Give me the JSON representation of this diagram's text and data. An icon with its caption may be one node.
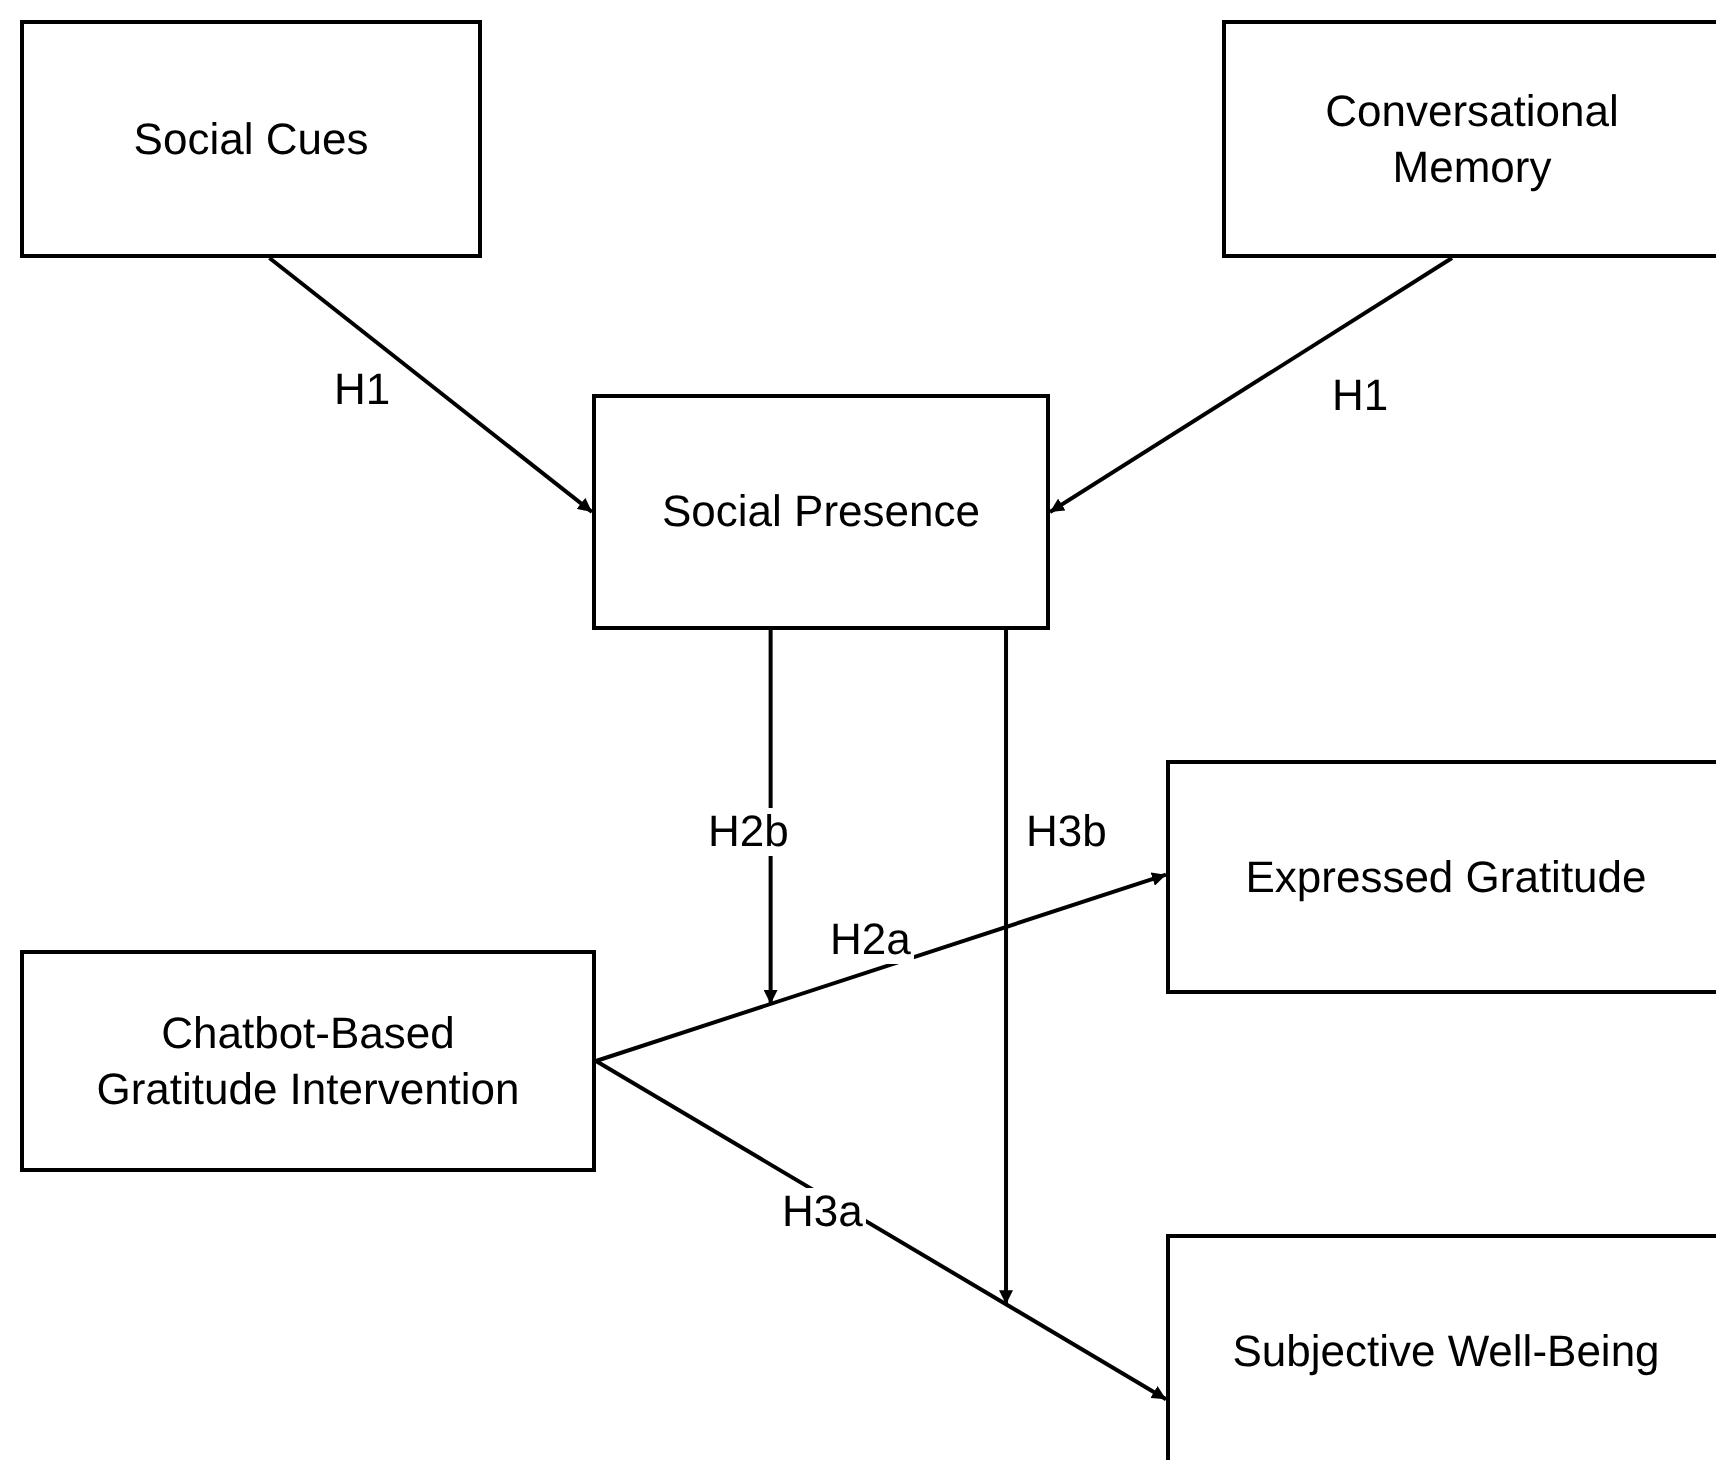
{
  "diagram": {
    "nodes": [
      {
        "text": [
          "Social Cues"
        ]
      },
      {
        "text": [
          "Conversational Memory"
        ]
      },
      {
        "text": [
          "Social Presence"
        ]
      },
      {
        "text": [
          "Chatbot-Based Gratitude Intervention"
        ]
      },
      {
        "text": [
          "Expressed Gratitude"
        ]
      },
      {
        "text": [
          "Subjective Well-Being"
        ]
      }
    ],
    "edges": [
      {
        "from": 0,
        "to": 2,
        "arrow": "to",
        "label": "H1"
      },
      {
        "from": 1,
        "to": 2,
        "arrow": "to",
        "label": "H1"
      },
      {
        "from": 2,
        "to": null,
        "arrow": "to",
        "label": "H2b"
      },
      {
        "from": 2,
        "to": null,
        "arrow": "to",
        "label": "H3b"
      },
      {
        "from": 3,
        "to": 4,
        "arrow": "to",
        "label": "H2a"
      },
      {
        "from": 3,
        "to": 5,
        "arrow": "to",
        "label": "H3a"
      }
    ]
  }
}
